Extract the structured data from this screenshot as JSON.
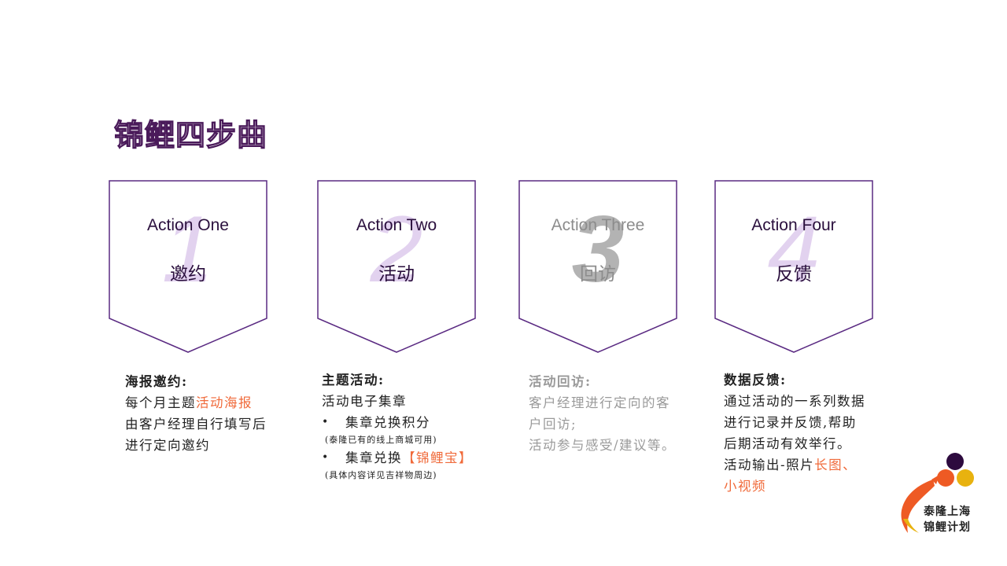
{
  "title": "锦鲤四步曲",
  "colors": {
    "outline": "#5a2a82",
    "number": "#e2d2ef",
    "highlight": "#f06a3a",
    "muted": "#9a9a9a"
  },
  "steps": [
    {
      "number": "1",
      "en": "Action One",
      "zh": "邀约"
    },
    {
      "number": "2",
      "en": "Action Two",
      "zh": "活动"
    },
    {
      "number": "3",
      "en": "Action Three",
      "zh": "回访"
    },
    {
      "number": "4",
      "en": "Action Four",
      "zh": "反馈"
    }
  ],
  "descriptions": {
    "one": {
      "head": "海报邀约:",
      "line1_a": "每个月主题",
      "line1_hl": "活动海报",
      "line2": "由客户经理自行填写后",
      "line3": "进行定向邀约"
    },
    "two": {
      "head": "主题活动:",
      "line1": "活动电子集章",
      "bullet1": "集章兑换积分",
      "note1": "(泰隆已有的线上商城可用)",
      "bullet2_a": "集章兑换",
      "bullet2_hl": "【锦鲤宝】",
      "note2": "(具体内容详见吉祥物周边)",
      "bullet_symbol": "•"
    },
    "three": {
      "head": "活动回访:",
      "line1": "客户经理进行定向的客",
      "line2": "户回访;",
      "line3": "活动参与感受/建议等。"
    },
    "four": {
      "head": "数据反馈:",
      "line1": "通过活动的一系列数据",
      "line2": "进行记录并反馈,帮助",
      "line3": "后期活动有效举行。",
      "line4_a": "活动输出-照片",
      "line4_hl": "长图、",
      "line5_hl": "小视频"
    }
  },
  "logo": {
    "line1": "泰隆上海",
    "line2": "锦鲤计划"
  }
}
